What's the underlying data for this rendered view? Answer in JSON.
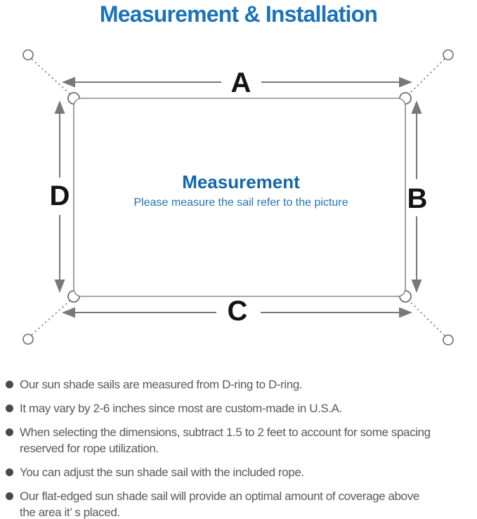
{
  "title": "Measurement & Installation",
  "diagram": {
    "labels": {
      "top": "A",
      "right": "B",
      "bottom": "C",
      "left": "D"
    },
    "center_title": "Measurement",
    "center_subtitle": "Please measure the sail refer to the picture"
  },
  "colors": {
    "title_blue": "#1b73b9",
    "center_blue": "#1566a8",
    "subtitle_blue": "#2472b0",
    "line_gray": "#787878",
    "rect_gray": "#8c8c8c",
    "label_black": "#141414",
    "bullet_text_gray": "#5a5a5a"
  },
  "bullets": [
    {
      "text": "Our sun shade sails are measured from D-ring to D-ring."
    },
    {
      "text": "It may vary by 2-6 inches since most are custom-made in U.S.A."
    },
    {
      "text": "When selecting the dimensions, subtract 1.5 to 2 feet to account for some spacing\nreserved for rope utilization."
    },
    {
      "text": "You can adjust the sun shade sail with the included rope."
    },
    {
      "text": "Our flat-edged sun shade sail will provide an optimal amount of coverage above\nthe area it’ s placed."
    }
  ]
}
